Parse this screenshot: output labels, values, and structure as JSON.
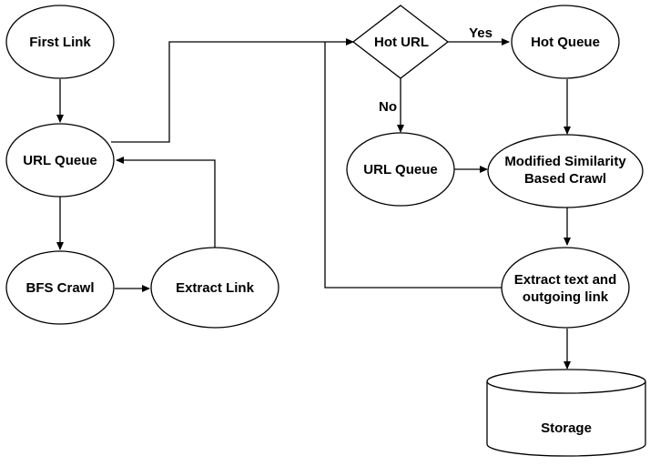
{
  "nodes": {
    "first_link": "First Link",
    "url_queue_left": "URL Queue",
    "bfs_crawl": "BFS Crawl",
    "extract_link": "Extract Link",
    "hot_url": "Hot URL",
    "hot_queue": "Hot Queue",
    "url_queue_right": "URL Queue",
    "modified_crawl": {
      "line1": "Modified Similarity",
      "line2": "Based Crawl"
    },
    "extract_text": {
      "line1": "Extract text and",
      "line2": "outgoing link"
    },
    "storage": "Storage"
  },
  "edges": {
    "yes": "Yes",
    "no": "No"
  }
}
